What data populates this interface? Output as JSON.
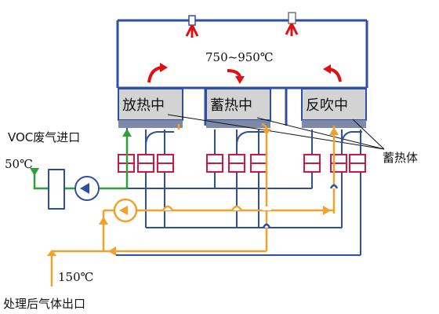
{
  "diagram": {
    "chambers": [
      {
        "id": "left",
        "label": "放热中"
      },
      {
        "id": "middle",
        "label": "蓄热中"
      },
      {
        "id": "right",
        "label": "反吹中"
      }
    ],
    "furnace_temperature": "750~950℃",
    "inlet_label": "VOC废气进口",
    "inlet_temperature": "50℃",
    "heat_storage_label": "蓄热体",
    "outlet_temperature": "150℃",
    "outlet_label": "处理后气体出口",
    "colors": {
      "furnace": "#2e4fa3",
      "chamber_fill": "#d3d3d3",
      "base": "#7d89a6",
      "hot_arrow": "#e01010",
      "valve": "#cc1a44",
      "clean_gas": "#f0a22a",
      "inlet_gas": "#2f9f3a"
    }
  }
}
